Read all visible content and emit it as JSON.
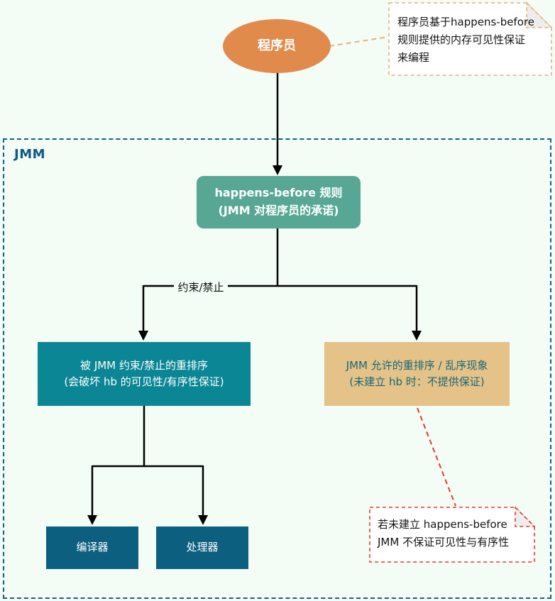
{
  "jmm": {
    "label": "JMM"
  },
  "nodes": {
    "programmer": {
      "label": "程序员"
    },
    "hb_rule": {
      "line1": "happens-before 规则",
      "line2": "(JMM 对程序员的承诺)"
    },
    "forbidden": {
      "line1": "被 JMM 约束/禁止的重排序",
      "line2": "(会破坏 hb 的可见性/有序性保证)"
    },
    "allowed": {
      "line1": "JMM 允许的重排序 / 乱序现象",
      "line2": "(未建立 hb 时：不提供保证)"
    },
    "compiler": {
      "label": "编译器"
    },
    "processor": {
      "label": "处理器"
    }
  },
  "edges": {
    "constraint_label": "约束/禁止"
  },
  "notes": {
    "top": {
      "line1": "程序员基于happens-before",
      "line2": "规则提供的内存可见性保证",
      "line3": "来编程"
    },
    "bottom": {
      "line1": "若未建立 happens-before",
      "line2": "JMM 不保证可见性与有序性"
    }
  },
  "colors": {
    "canvas_bg": "#f3fcf5",
    "jmm_border": "#10618c",
    "jmm_label_text": "#0d5a80",
    "programmer_fill": "#e08b4c",
    "hb_fill": "#57a794",
    "forbidden_fill": "#0b8694",
    "allowed_fill": "#e5c287",
    "allowed_text": "#17677a",
    "hardware_fill": "#0d5f80",
    "note_top_border": "#e8b07c",
    "note_bottom_border": "#e53935",
    "note_fill": "#ffffff",
    "note_fold_fill": "#ededed",
    "arrow_color": "#000000"
  }
}
